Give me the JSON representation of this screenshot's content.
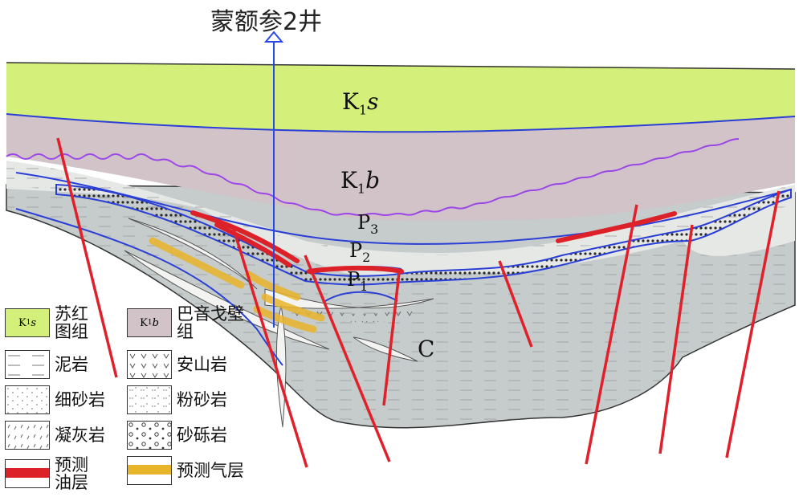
{
  "well": {
    "name": "蒙额参2井"
  },
  "formations": {
    "k1s": {
      "base": "K",
      "sub": "1",
      "letter": "s"
    },
    "k1b": {
      "base": "K",
      "sub": "1",
      "letter": "b"
    },
    "p3": {
      "base": "P",
      "sub": "3"
    },
    "p2": {
      "base": "P",
      "sub": "2"
    },
    "p1": {
      "base": "P",
      "sub": "1"
    },
    "c": {
      "label": "C"
    }
  },
  "legend": {
    "k1s": {
      "code_base": "K",
      "code_sub": "1",
      "code_letter": "s",
      "label": "苏红图组"
    },
    "k1b": {
      "code_base": "K",
      "code_sub": "1",
      "code_letter": "b",
      "label": "巴音戈壁组"
    },
    "mudstone": {
      "label": "泥岩"
    },
    "andesite": {
      "label": "安山岩"
    },
    "fine_sandstone": {
      "label": "细砂岩"
    },
    "siltstone": {
      "label": "粉砂岩"
    },
    "tuff": {
      "label": "凝灰岩"
    },
    "glutenite": {
      "label": "砂砾岩"
    },
    "oil_layer": {
      "label": "预测油层"
    },
    "gas_layer": {
      "label": "预测气层"
    }
  },
  "colors": {
    "k1s": "#d5f07a",
    "k1b": "#d2c3c9",
    "clastic": "#e6e8e6",
    "basement": "#c6cbcb",
    "fault": "#e0202a",
    "boundary": "#2a3fd6",
    "unconformity": "#9b46e6",
    "well": "#2747ea",
    "oil": "#dd2128",
    "gas": "#e8b42a"
  }
}
